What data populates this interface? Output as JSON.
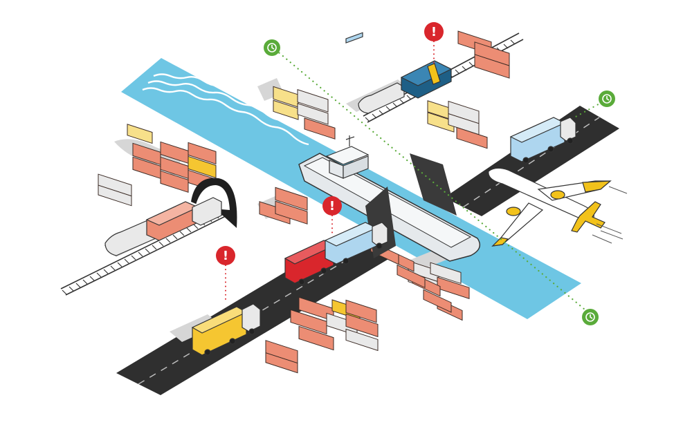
{
  "palette": {
    "water": "#6ec6e4",
    "water_waves": "#ffffff",
    "road": "#2f2f2f",
    "road_marking": "#bfbfbf",
    "rail": "#333333",
    "container_orange": "#ec8d74",
    "container_red": "#d9262c",
    "container_yellow": "#f5c631",
    "container_pale_yellow": "#f7e08a",
    "container_blue": "#aed6ef",
    "container_grey": "#e9e9e9",
    "ship_hull": "#e5e9ec",
    "locomotive": "#1e5f86",
    "aircraft_accent": "#f2c21b",
    "shadow": "#d6d6d6",
    "alert": "#d9262c",
    "on_time": "#5aab3a",
    "route_dots": "#5aab3a"
  },
  "icons": {
    "alert": "exclamation-icon",
    "on_time": "clock-icon"
  },
  "alerts": [
    {
      "id": "train-alert",
      "status": "delayed",
      "glyph": "!"
    },
    {
      "id": "ship-alert",
      "status": "delayed",
      "glyph": "!"
    },
    {
      "id": "truck-alert",
      "status": "delayed",
      "glyph": "!"
    }
  ],
  "checkpoints": [
    {
      "id": "checkpoint-top-left",
      "status": "on-time"
    },
    {
      "id": "checkpoint-right",
      "status": "on-time"
    },
    {
      "id": "checkpoint-bottom-right",
      "status": "on-time"
    }
  ],
  "vehicles": [
    "cargo-ship",
    "freight-train",
    "cargo-plane",
    "truck-red-blue",
    "truck-yellow",
    "truck-blue"
  ]
}
